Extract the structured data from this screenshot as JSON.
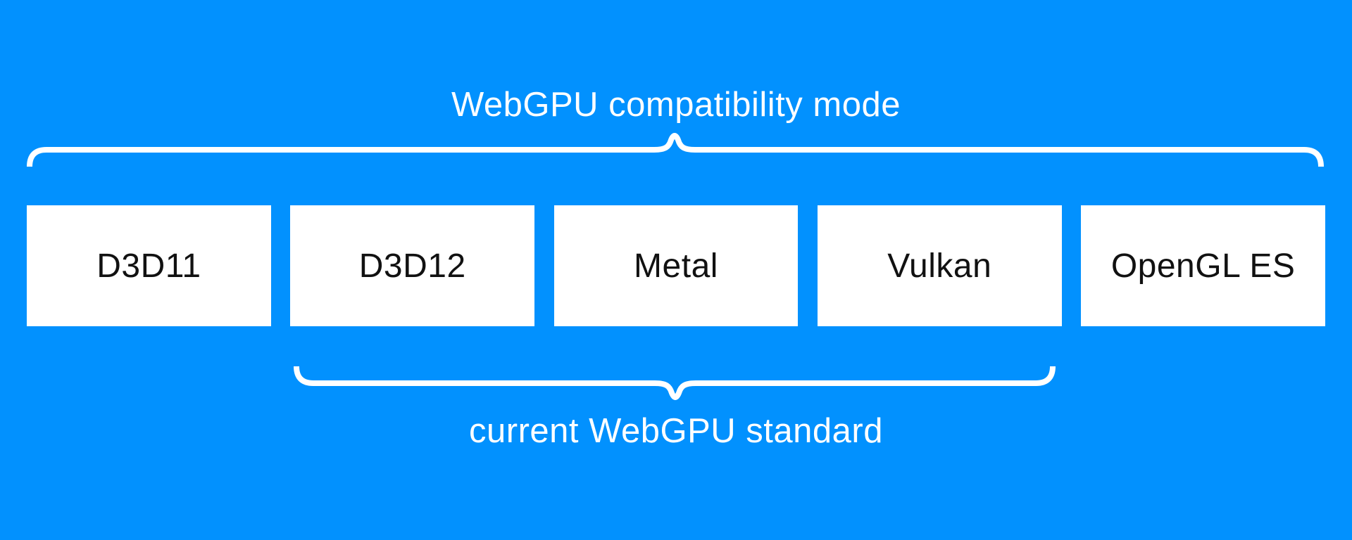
{
  "diagram": {
    "top_brace_label": "WebGPU compatibility mode",
    "bottom_brace_label": "current WebGPU standard",
    "boxes": [
      {
        "label": "D3D11"
      },
      {
        "label": "D3D12"
      },
      {
        "label": "Metal"
      },
      {
        "label": "Vulkan"
      },
      {
        "label": "OpenGL ES"
      }
    ],
    "colors": {
      "background": "#0291fe",
      "box_fill": "#ffffff",
      "box_text": "#111111",
      "brace": "#ffffff",
      "label_text": "#ffffff"
    }
  }
}
